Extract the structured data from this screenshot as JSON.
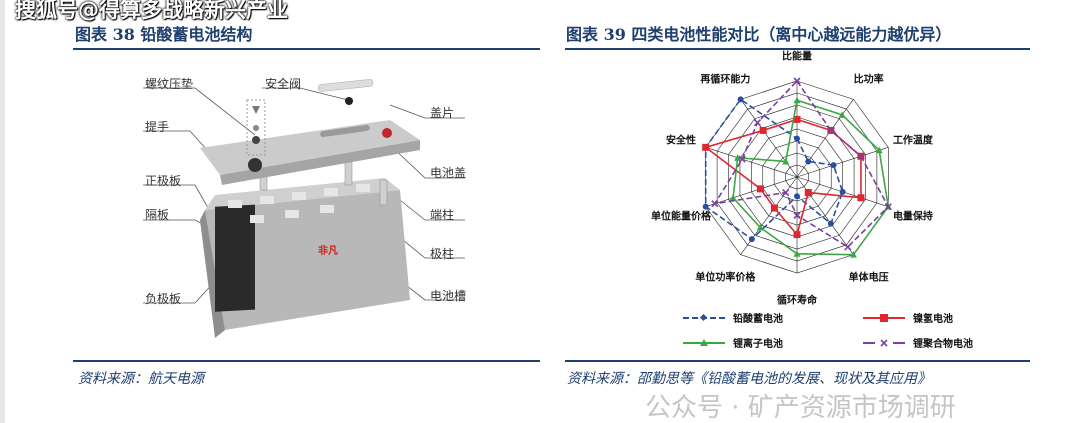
{
  "watermarks": {
    "top": "搜狐号@得算多战略新兴产业",
    "bottom": "公众号 · 矿产资源市场调研"
  },
  "left": {
    "title": "图表 38 铅酸蓄电池结构",
    "source": "资料来源：航天电源",
    "brand": "非凡",
    "labels": {
      "screw_pad": "螺纹压垫",
      "safety_valve": "安全阀",
      "cover_sheet": "盖片",
      "handle": "提手",
      "battery_cover": "电池盖",
      "positive_plate": "正极板",
      "separator": "隔板",
      "terminal": "端柱",
      "pole": "极柱",
      "negative_plate": "负极板",
      "battery_tank": "电池槽"
    }
  },
  "right": {
    "title": "图表 39 四类电池性能对比（离中心越远能力越优异）",
    "source": "资料来源：邵勤思等《铅酸蓄电池的发展、现状及其应用》"
  },
  "chart_data": {
    "type": "radar",
    "title": "四类电池性能对比（离中心越远能力越优异）",
    "axes": [
      "比能量",
      "比功率",
      "工作温度",
      "电量保持",
      "单体电压",
      "循环寿命",
      "单位功率价格",
      "单位能量价格",
      "安全性",
      "再循环能力"
    ],
    "range": [
      0,
      10
    ],
    "legend_position": "bottom",
    "series": [
      {
        "name": "铅酸蓄电池",
        "color": "#2b4f9e",
        "style": "dash",
        "marker": "diamond",
        "values": [
          4,
          2,
          4,
          5,
          6,
          2,
          8,
          10,
          10,
          10
        ]
      },
      {
        "name": "镍氢电池",
        "color": "#e0262e",
        "style": "solid",
        "marker": "square",
        "values": [
          6,
          6,
          7,
          7,
          2,
          6,
          4,
          4,
          10,
          6
        ]
      },
      {
        "name": "锂离子电池",
        "color": "#3aa845",
        "style": "solid",
        "marker": "triangle",
        "values": [
          8,
          8,
          9,
          10,
          10,
          8,
          6.5,
          7,
          6.5,
          2
        ]
      },
      {
        "name": "锂聚合物电池",
        "color": "#7b3f9e",
        "style": "dash",
        "marker": "x",
        "values": [
          10,
          6,
          7,
          10,
          9,
          4,
          2,
          9,
          6,
          7
        ]
      }
    ]
  }
}
